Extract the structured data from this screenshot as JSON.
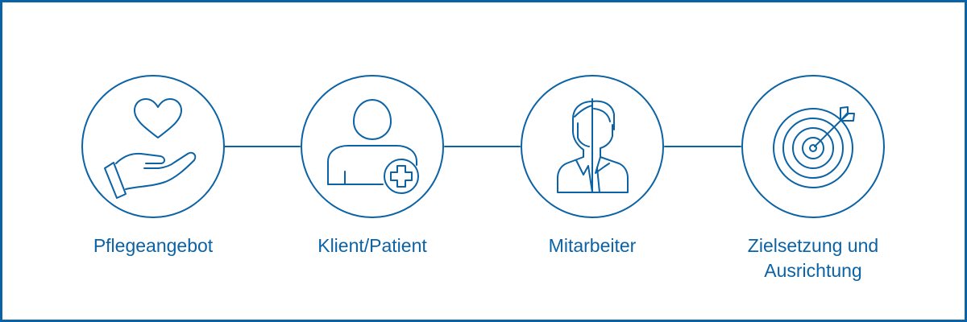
{
  "colors": {
    "accent": "#0b62a4",
    "background": "#ffffff"
  },
  "steps": [
    {
      "label": "Pflegeangebot",
      "icon": "heart-hand-icon"
    },
    {
      "label": "Klient/Patient",
      "icon": "patient-plus-icon"
    },
    {
      "label": "Mitarbeiter",
      "icon": "employees-icon"
    },
    {
      "label": "Zielsetzung und\nAusrichtung",
      "icon": "target-arrow-icon"
    }
  ]
}
